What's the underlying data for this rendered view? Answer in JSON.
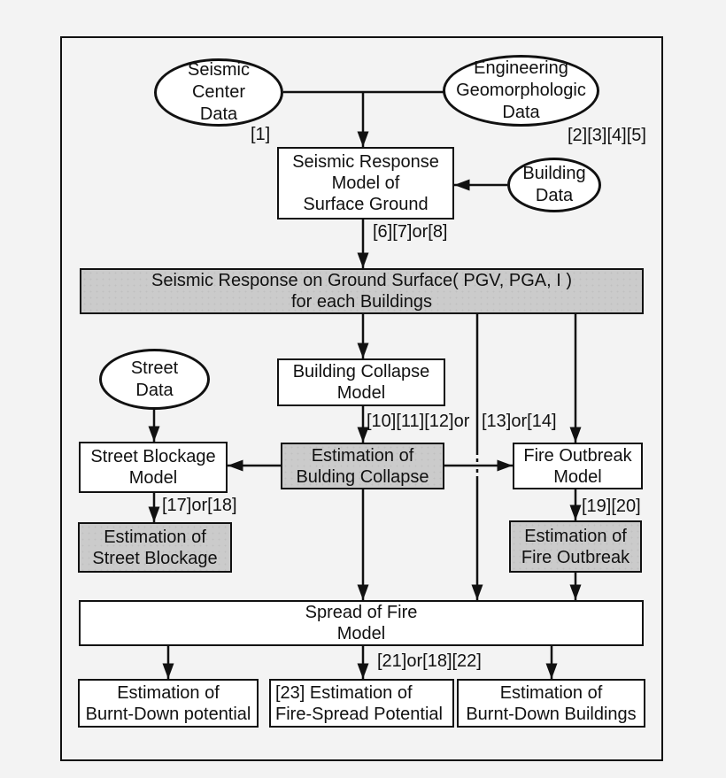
{
  "colors": {
    "background": "#f3f3f3",
    "node_fill": "#ffffff",
    "highlight_fill": "#cbcbcb",
    "line": "#111111"
  },
  "nodes": {
    "seismic_center_data": {
      "line1": "Seismic",
      "line2": "Center",
      "line3": "Data"
    },
    "engineering_geomorphologic_data": {
      "line1": "Engineering",
      "line2": "Geomorphologic",
      "line3": "Data"
    },
    "building_data": {
      "line1": "Building",
      "line2": "Data"
    },
    "street_data": {
      "line1": "Street",
      "line2": "Data"
    },
    "seismic_response_model": {
      "line1": "Seismic Response",
      "line2": "Model of",
      "line3": "Surface Ground"
    },
    "ground_surface_response": {
      "line1": "Seismic Response on Ground Surface( PGV, PGA, I )",
      "line2": "for each Buildings"
    },
    "building_collapse_model": {
      "line1": "Building Collapse",
      "line2": "Model"
    },
    "street_blockage_model": {
      "line1": "Street Blockage",
      "line2": "Model"
    },
    "estimation_building_collapse": {
      "line1": "Estimation of",
      "line2": "Bulding Collapse"
    },
    "fire_outbreak_model": {
      "line1": "Fire Outbreak",
      "line2": "Model"
    },
    "estimation_street_blockage": {
      "line1": "Estimation of",
      "line2": "Street Blockage"
    },
    "estimation_fire_outbreak": {
      "line1": "Estimation of",
      "line2": "Fire Outbreak"
    },
    "spread_of_fire_model": {
      "line1": "Spread of Fire",
      "line2": "Model"
    },
    "estimation_burnt_down_potential": {
      "line1": "Estimation of",
      "line2": "Burnt-Down potential"
    },
    "estimation_fire_spread_potential": {
      "line1": "[23] Estimation of",
      "line2": "Fire-Spread Potential"
    },
    "estimation_burnt_down_buildings": {
      "line1": "Estimation of",
      "line2": "Burnt-Down Buildings"
    }
  },
  "references": {
    "seismic_center_data": "[1]",
    "engineering_geomorphologic_data": "[2][3][4][5]",
    "seismic_response_model": "[6][7]or[8]",
    "building_collapse_left": "[10][11][12]or",
    "building_collapse_right": "[13]or[14]",
    "street_blockage": "[17]or[18]",
    "fire_outbreak": "[19][20]",
    "spread_of_fire": "[21]or[18][22]"
  }
}
